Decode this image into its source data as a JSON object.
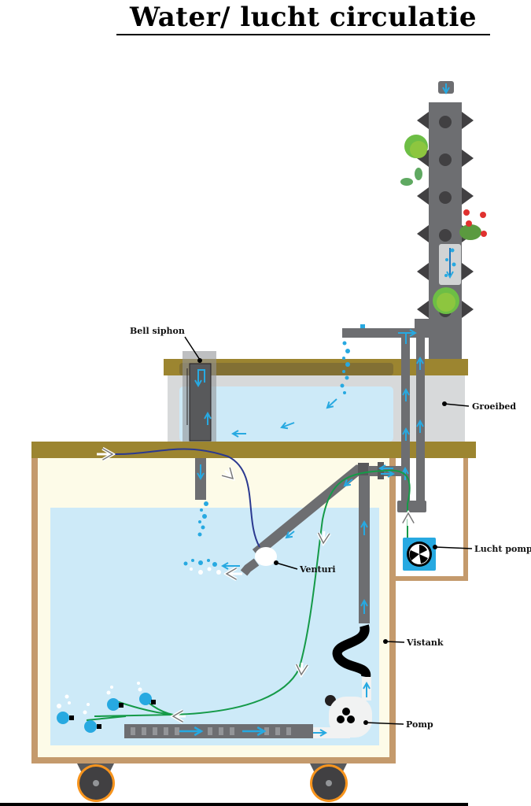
{
  "title": "Water/ lucht circulatie",
  "labels": {
    "bell_siphon": "Bell siphon",
    "groeibed": "Groeibed",
    "lucht_pomp": "Lucht pomp",
    "venturi": "Venturi",
    "vistank": "Vistank",
    "pomp": "Pomp"
  },
  "colors": {
    "water": "#cdeaf8",
    "pipe": "#6d6e71",
    "shelf": "#9c8530",
    "tank_frame": "#c49a6c",
    "tank_inner": "#fdfbe8",
    "growbed_wall": "#d7d9da",
    "flow_arrow": "#27a9e1",
    "air_line": "#159a48",
    "venturi_line": "#2b3990",
    "air_pump": "#27a9e1"
  }
}
